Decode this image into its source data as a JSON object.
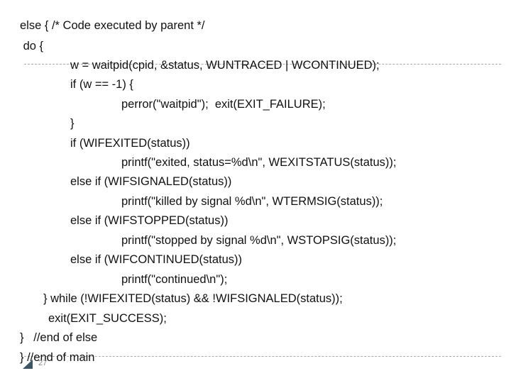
{
  "code": {
    "lines": [
      "else { /* Code executed by parent */",
      " do {",
      "w = waitpid(cpid, &status, WUNTRACED | WCONTINUED);",
      "if (w == -1) {",
      "perror(\"waitpid\");  exit(EXIT_FAILURE);",
      "}",
      "if (WIFEXITED(status))",
      "printf(\"exited, status=%d\\n\", WEXITSTATUS(status));",
      "else if (WIFSIGNALED(status))",
      "printf(\"killed by signal %d\\n\", WTERMSIG(status));",
      "else if (WIFSTOPPED(status))",
      "printf(\"stopped by signal %d\\n\", WSTOPSIG(status));",
      "else if (WIFCONTINUED(status))",
      "printf(\"continued\\n\");",
      "} while (!WIFEXITED(status) && !WIFSIGNALED(status));",
      "exit(EXIT_SUCCESS);",
      "}   //end of else",
      "} //end of main"
    ]
  },
  "footer": {
    "page_number": "27",
    "marker_color": "#3f5563"
  }
}
